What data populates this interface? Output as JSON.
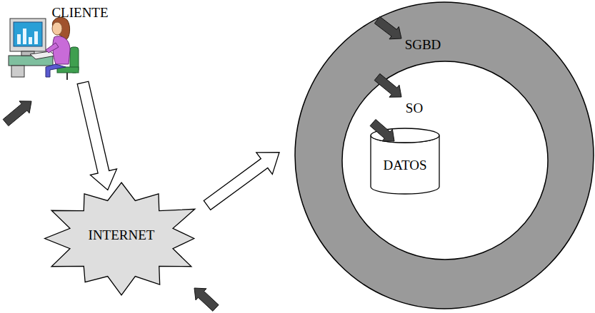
{
  "diagram": {
    "nodes": [
      {
        "text": [
          "CLIENTE"
        ]
      },
      {
        "text": [
          "INTERNET"
        ]
      },
      {
        "text": [
          "SGBD"
        ]
      },
      {
        "text": [
          "SO"
        ],
        "in": 2
      },
      {
        "text": [
          "DATOS"
        ],
        "in": 3
      }
    ],
    "edges": [
      {
        "from": 0,
        "to": 1,
        "arrow": "to"
      },
      {
        "from": 1,
        "to": 2,
        "arrow": "to"
      }
    ]
  }
}
